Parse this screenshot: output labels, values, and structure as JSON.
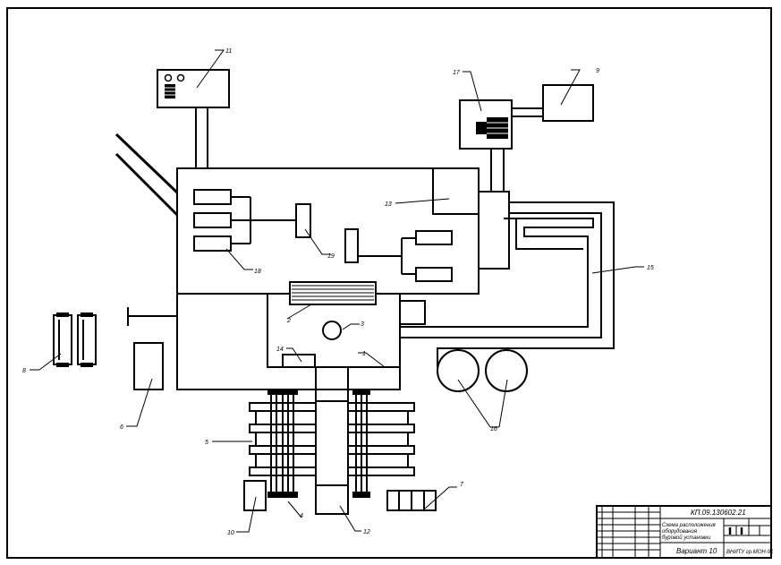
{
  "callouts": [
    {
      "id": "c1",
      "text": "1"
    },
    {
      "id": "c2",
      "text": "2"
    },
    {
      "id": "c3",
      "text": "3"
    },
    {
      "id": "c4",
      "text": "4"
    },
    {
      "id": "c5",
      "text": "5"
    },
    {
      "id": "c6",
      "text": "6"
    },
    {
      "id": "c7",
      "text": "7"
    },
    {
      "id": "c8",
      "text": "8"
    },
    {
      "id": "c9",
      "text": "9"
    },
    {
      "id": "c10",
      "text": "10"
    },
    {
      "id": "c11",
      "text": "11"
    },
    {
      "id": "c12",
      "text": "12"
    },
    {
      "id": "c13",
      "text": "13"
    },
    {
      "id": "c14",
      "text": "14"
    },
    {
      "id": "c15",
      "text": "15"
    },
    {
      "id": "c16",
      "text": "16"
    },
    {
      "id": "c17",
      "text": "17"
    },
    {
      "id": "c18",
      "text": "18"
    },
    {
      "id": "c19",
      "text": "19"
    }
  ],
  "title_block": {
    "doc_code": "КП.09.130602.21",
    "title_line1": "Схема расположения",
    "title_line2": "оборудования",
    "title_line3": "буровой установки",
    "variant": "Вариант 10",
    "org": "ВНИТУ гр.МОН-91"
  }
}
